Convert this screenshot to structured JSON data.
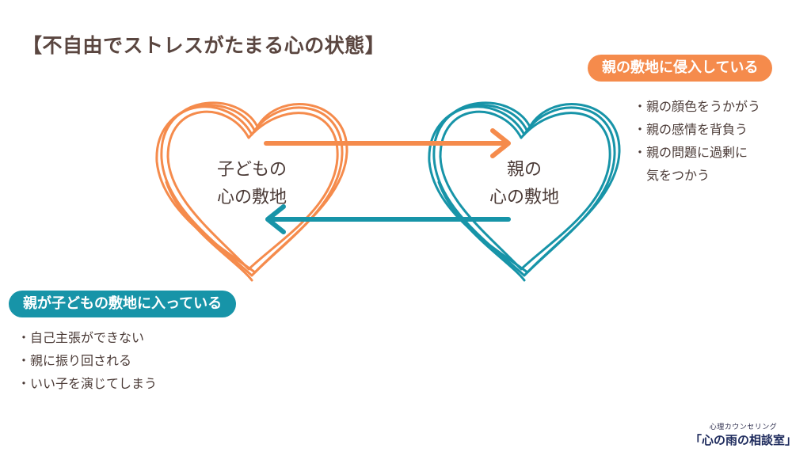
{
  "title": "【不自由でストレスがたまる心の状態】",
  "hearts": {
    "left": {
      "line1": "子どもの",
      "line2": "心の敷地",
      "color": "#f58b4c"
    },
    "right": {
      "line1": "親の",
      "line2": "心の敷地",
      "color": "#1794a8"
    }
  },
  "parent_side": {
    "badge": "親の敷地に侵入している",
    "items": [
      "親の顔色をうかがう",
      "親の感情を背負う",
      "親の問題に過剰に",
      "気をつかう"
    ]
  },
  "child_side": {
    "badge": "親が子どもの敷地に入っている",
    "items": [
      "自己主張ができない",
      "親に振り回される",
      "いい子を演じてしまう"
    ]
  },
  "logo": {
    "small": "心理カウンセリング",
    "main": "「心の雨の相談室」"
  },
  "colors": {
    "orange": "#f58b4c",
    "teal": "#1794a8",
    "text": "#5a4640"
  }
}
